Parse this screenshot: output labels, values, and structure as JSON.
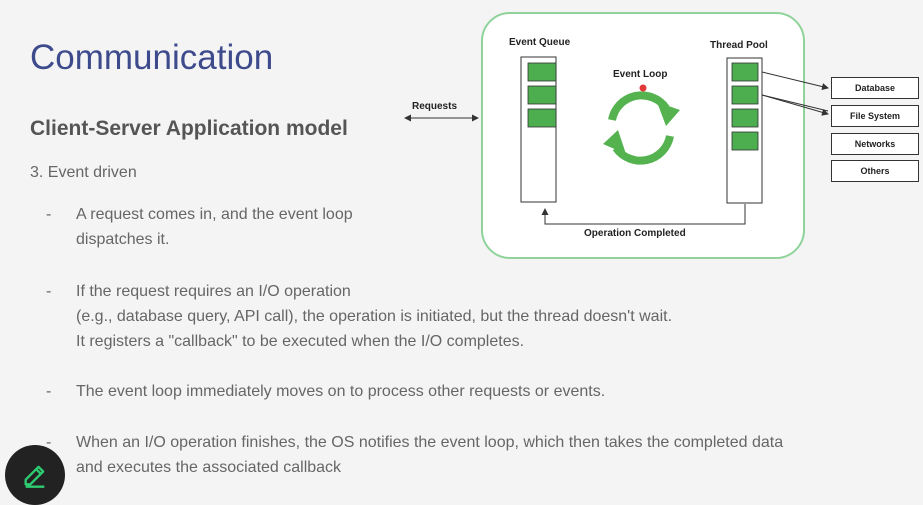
{
  "slide": {
    "title": "Communication",
    "subtitle": "Client-Server Application model",
    "section": "3. Event driven",
    "bullets": [
      {
        "dash": "-",
        "lines": [
          "A request comes in, and the event loop",
          "dispatches it."
        ]
      },
      {
        "dash": "-",
        "lines": [
          "If the request requires an I/O operation",
          "(e.g., database query, API call), the operation is initiated, but the thread doesn't wait.",
          "It registers a \"callback\" to be executed when the I/O completes."
        ]
      },
      {
        "dash": "-",
        "lines": [
          "The event loop immediately moves on to process other requests or events."
        ]
      },
      {
        "dash": "-",
        "lines": [
          "When an I/O operation finishes, the OS notifies the event loop, which then takes the completed data",
          "and executes the associated callback"
        ]
      }
    ]
  },
  "diagram": {
    "event_queue_label": "Event Queue",
    "thread_pool_label": "Thread Pool",
    "event_loop_label": "Event Loop",
    "requests_label": "Requests",
    "operation_completed_label": "Operation Completed",
    "resources": [
      "Database",
      "File System",
      "Networks",
      "Others"
    ],
    "colors": {
      "frame_border": "#8fd39a",
      "block_fill": "#4cae4f",
      "loop_arrow": "#55b34f",
      "loop_dot": "#e23a3a"
    }
  },
  "fab": {
    "icon": "pencil-icon",
    "accent": "#2ecc71"
  }
}
